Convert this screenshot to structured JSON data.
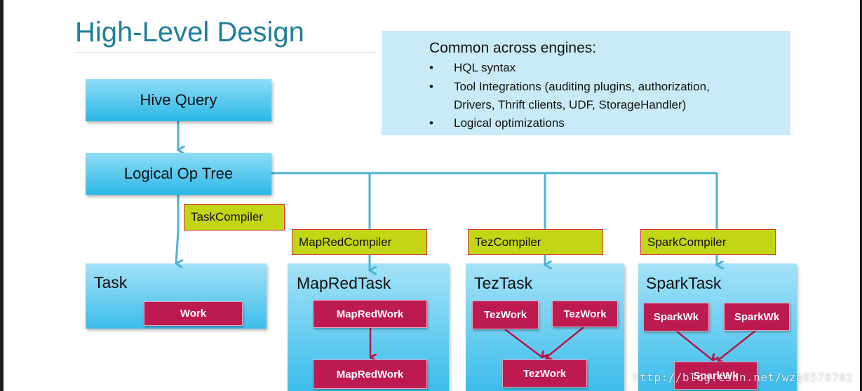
{
  "title": "High-Level Design",
  "callout": {
    "heading": "Common across engines:",
    "bullets": [
      "HQL syntax",
      "Tool Integrations (auditing plugins, authorization,",
      "Drivers, Thrift clients, UDF, StorageHandler)",
      "Logical optimizations"
    ],
    "bullet_symbol": "•"
  },
  "nodes": {
    "hive_query": "Hive Query",
    "logical_op_tree": "Logical Op Tree"
  },
  "compilers": {
    "task": "TaskCompiler",
    "mapred": "MapRedCompiler",
    "tez": "TezCompiler",
    "spark": "SparkCompiler"
  },
  "engines": {
    "task": {
      "title": "Task",
      "works": [
        "Work"
      ]
    },
    "mapred": {
      "title": "MapRedTask",
      "works": [
        "MapRedWork",
        "MapRedWork"
      ]
    },
    "tez": {
      "title": "TezTask",
      "works": [
        "TezWork",
        "TezWork",
        "TezWork"
      ]
    },
    "spark": {
      "title": "SparkTask",
      "works": [
        "SparkWk",
        "SparkWk",
        "SparkWk"
      ]
    }
  },
  "watermark": "http://blog.csdn.net/wzq6578702",
  "colors": {
    "title": "#1f7f9a",
    "callout_bg": "#c9ebf7",
    "box": "#2bb8e6",
    "compiler": "#c2d616",
    "work": "#bd1a52",
    "arrow_blue": "#4ab3d6",
    "arrow_red": "#b5174c"
  }
}
